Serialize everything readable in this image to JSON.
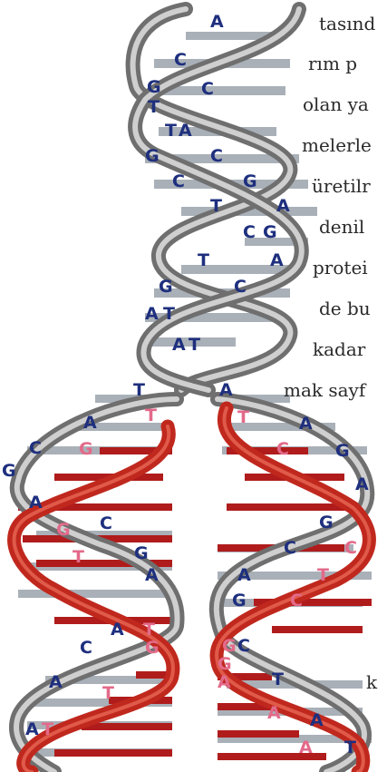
{
  "text_lines": [
    "tasınd",
    "rım p",
    "olan ya",
    "melerle",
    "üretilr",
    "denil",
    "protei",
    "de bu",
    "kadar",
    "mak sayf",
    "k"
  ],
  "colors": {
    "backbone": "#7a7a7a",
    "backbone_red": "#c0281e",
    "rung_grey": "#a9b0b8",
    "rung_red": "#b01c1c",
    "base_blue": "#1e2f7e",
    "base_pink": "#e36a8a"
  },
  "bases": [
    {
      "label": "A",
      "color": "blue"
    },
    {
      "label": "C",
      "color": "blue"
    },
    {
      "label": "G",
      "color": "blue"
    },
    {
      "label": "C",
      "color": "blue"
    },
    {
      "label": "T",
      "color": "blue"
    },
    {
      "label": "T",
      "color": "blue"
    },
    {
      "label": "A",
      "color": "blue"
    },
    {
      "label": "G",
      "color": "blue"
    },
    {
      "label": "C",
      "color": "blue"
    },
    {
      "label": "C",
      "color": "blue"
    },
    {
      "label": "G",
      "color": "blue"
    },
    {
      "label": "T",
      "color": "blue"
    },
    {
      "label": "A",
      "color": "blue"
    },
    {
      "label": "C",
      "color": "blue"
    },
    {
      "label": "G",
      "color": "blue"
    },
    {
      "label": "T",
      "color": "blue"
    },
    {
      "label": "A",
      "color": "blue"
    },
    {
      "label": "G",
      "color": "blue"
    },
    {
      "label": "C",
      "color": "blue"
    },
    {
      "label": "A",
      "color": "blue"
    },
    {
      "label": "T",
      "color": "blue"
    },
    {
      "label": "A",
      "color": "blue"
    },
    {
      "label": "T",
      "color": "blue"
    },
    {
      "label": "T",
      "color": "blue"
    },
    {
      "label": "A",
      "color": "blue"
    },
    {
      "label": "A",
      "color": "blue"
    },
    {
      "label": "T",
      "color": "pink"
    },
    {
      "label": "T",
      "color": "pink"
    },
    {
      "label": "A",
      "color": "blue"
    },
    {
      "label": "C",
      "color": "blue"
    },
    {
      "label": "G",
      "color": "pink"
    },
    {
      "label": "C",
      "color": "pink"
    },
    {
      "label": "G",
      "color": "blue"
    },
    {
      "label": "G",
      "color": "blue"
    },
    {
      "label": "A",
      "color": "blue"
    },
    {
      "label": "A",
      "color": "blue"
    },
    {
      "label": "G",
      "color": "blue"
    },
    {
      "label": "C",
      "color": "blue"
    },
    {
      "label": "G",
      "color": "pink"
    },
    {
      "label": "C",
      "color": "blue"
    },
    {
      "label": "C",
      "color": "pink"
    },
    {
      "label": "G",
      "color": "blue"
    },
    {
      "label": "T",
      "color": "pink"
    },
    {
      "label": "A",
      "color": "blue"
    },
    {
      "label": "A",
      "color": "blue"
    },
    {
      "label": "T",
      "color": "pink"
    },
    {
      "label": "G",
      "color": "blue"
    },
    {
      "label": "C",
      "color": "pink"
    },
    {
      "label": "A",
      "color": "blue"
    },
    {
      "label": "T",
      "color": "pink"
    },
    {
      "label": "G",
      "color": "pink"
    },
    {
      "label": "C",
      "color": "blue"
    },
    {
      "label": "C",
      "color": "blue"
    },
    {
      "label": "G",
      "color": "pink"
    },
    {
      "label": "G",
      "color": "pink"
    },
    {
      "label": "A",
      "color": "pink"
    },
    {
      "label": "T",
      "color": "blue"
    },
    {
      "label": "A",
      "color": "blue"
    },
    {
      "label": "T",
      "color": "pink"
    },
    {
      "label": "A",
      "color": "pink"
    },
    {
      "label": "A",
      "color": "blue"
    },
    {
      "label": "A",
      "color": "blue"
    },
    {
      "label": "T",
      "color": "pink"
    },
    {
      "label": "A",
      "color": "pink"
    },
    {
      "label": "T",
      "color": "blue"
    }
  ]
}
